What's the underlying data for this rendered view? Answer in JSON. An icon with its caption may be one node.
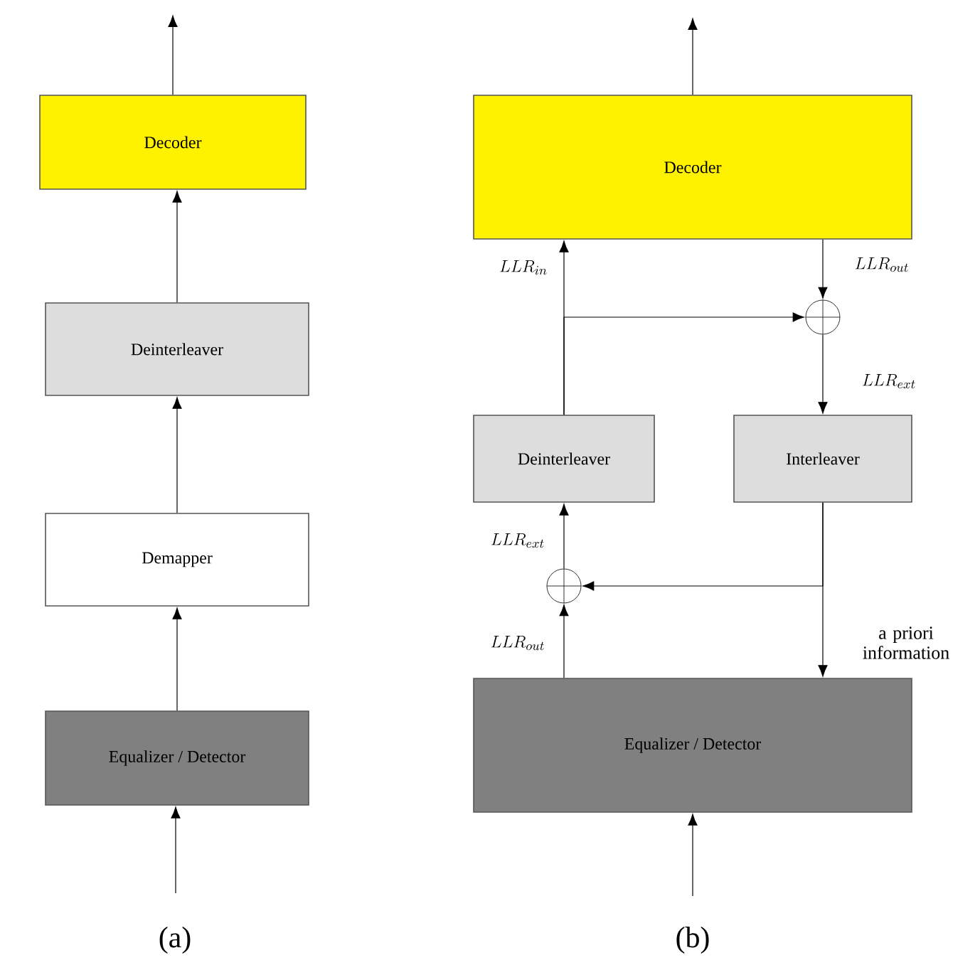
{
  "diagram": {
    "nodes": [
      {
        "text": [
          "Decoder"
        ]
      },
      {
        "text": [
          "Deinterleaver"
        ]
      },
      {
        "text": [
          "Demapper"
        ]
      },
      {
        "text": [
          "Equalizer / Detector"
        ]
      },
      {
        "text": [
          "Decoder"
        ]
      },
      {
        "text": [
          "Deinterleaver"
        ]
      },
      {
        "text": [
          "Interleaver"
        ]
      },
      {
        "text": [
          "Equalizer / Detector"
        ]
      },
      {
        "text": [],
        "shape": "circle"
      },
      {
        "text": [],
        "shape": "circle"
      }
    ],
    "edges": [
      {
        "from": null,
        "to": 3,
        "arrow": "to"
      },
      {
        "from": 3,
        "to": 2,
        "arrow": "to"
      },
      {
        "from": 2,
        "to": 1,
        "arrow": "to"
      },
      {
        "from": 1,
        "to": 0,
        "arrow": "to"
      },
      {
        "from": 0,
        "to": null,
        "arrow": "to"
      },
      {
        "from": null,
        "to": 7,
        "arrow": "to"
      },
      {
        "from": 7,
        "to": 9,
        "arrow": "to",
        "label": "LLR_{out}"
      },
      {
        "from": 9,
        "to": 5,
        "arrow": "to",
        "label": "LLR_{ext}"
      },
      {
        "from": 5,
        "to": 4,
        "arrow": "to",
        "label": "LLR_{in}"
      },
      {
        "from": 5,
        "to": 8,
        "arrow": "to"
      },
      {
        "from": 4,
        "to": 8,
        "arrow": "to",
        "label": "LLR_{out}"
      },
      {
        "from": 8,
        "to": 6,
        "arrow": "to",
        "label": "LLR_{ext}"
      },
      {
        "from": 6,
        "to": 7,
        "arrow": "to",
        "label": "a priori information"
      },
      {
        "from": 6,
        "to": 9,
        "arrow": "to"
      },
      {
        "from": 4,
        "to": null,
        "arrow": "to"
      }
    ],
    "labels": [
      "(a)",
      "(b)"
    ]
  }
}
